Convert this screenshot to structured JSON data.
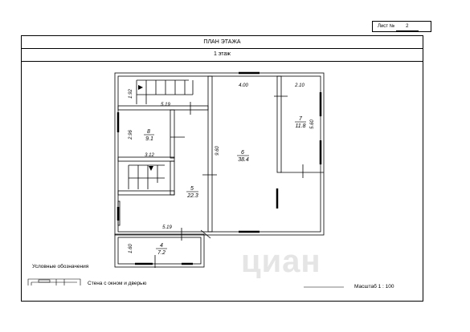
{
  "sheet": {
    "label": "Лист №",
    "number": "2"
  },
  "header": {
    "title": "ПЛАН ЭТАЖА",
    "floor": "1 этаж"
  },
  "legend": {
    "title": "Условные обозначения",
    "wall_label": "Стена с окном и дверью"
  },
  "scale": {
    "label": "Масштаб 1 : 100"
  },
  "watermark": {
    "text": "циан"
  },
  "rooms": [
    {
      "num": "6",
      "area": "38.4"
    },
    {
      "num": "7",
      "area": "11.8"
    },
    {
      "num": "8",
      "area": "9.1"
    },
    {
      "num": "5",
      "area": "22.3"
    },
    {
      "num": "4",
      "area": "7.2"
    }
  ],
  "dims": {
    "d400": "4.00",
    "d210": "2.10",
    "d192": "1.92",
    "d519a": "5.19",
    "d296": "2.96",
    "d312": "3.12",
    "d960": "9.60",
    "d560": "5.60",
    "d519b": "5.19",
    "d160": "1.60"
  },
  "colors": {
    "line": "#000000",
    "wall_fill": "#ffffff",
    "watermark": "#b4b4b4"
  }
}
